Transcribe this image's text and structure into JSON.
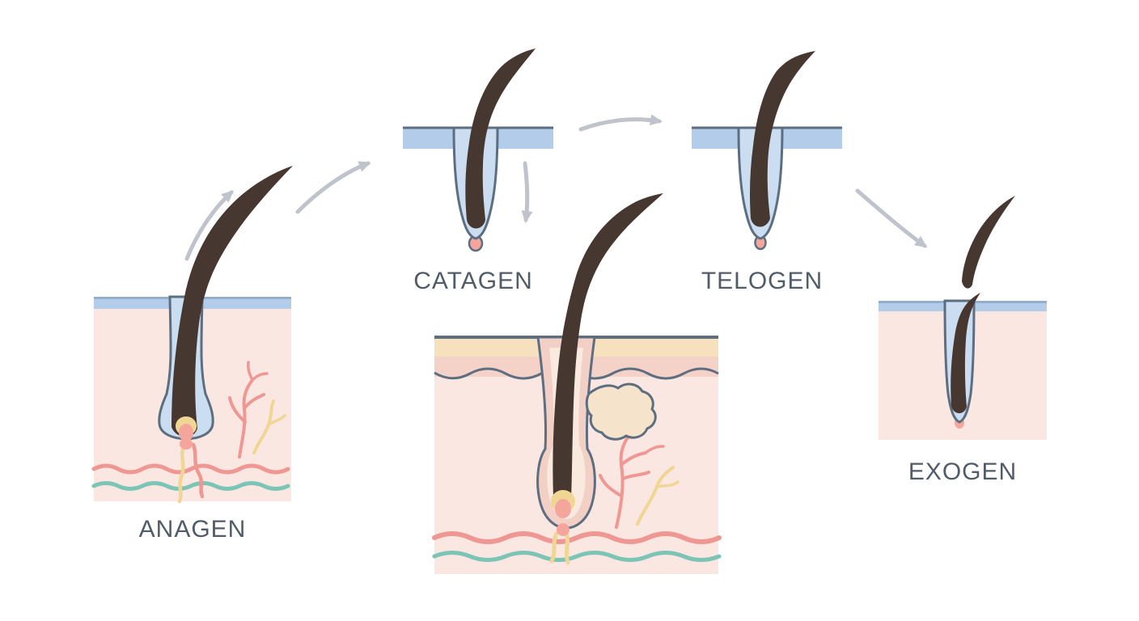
{
  "stages": [
    {
      "id": "anagen",
      "label": "ANAGEN"
    },
    {
      "id": "catagen",
      "label": "CATAGEN"
    },
    {
      "id": "telogen",
      "label": "TELOGEN"
    },
    {
      "id": "exogen",
      "label": "EXOGEN"
    }
  ],
  "palette": {
    "background": "#ffffff",
    "skin_pink": "#fbe7e1",
    "epidermis_blue": "#b2cce9",
    "follicle_fill": "#cbddf1",
    "outline_gray_blue": "#5d6e80",
    "hair_dark_brown": "#463730",
    "papilla_pink": "#f4a69c",
    "matrix_yellow": "#f0d694",
    "dermis_pink": "#f5d2c8",
    "epidermis_cream": "#f7e0bd",
    "gland_cream": "#f6e3cb",
    "inner_sheath": "#f9e9de",
    "vessel_red": "#ef9793",
    "vessel_yellow": "#f0d694",
    "line_teal": "#7cc5b6",
    "arrow_gray": "#bfc4cc",
    "label_text": "#515c69"
  }
}
